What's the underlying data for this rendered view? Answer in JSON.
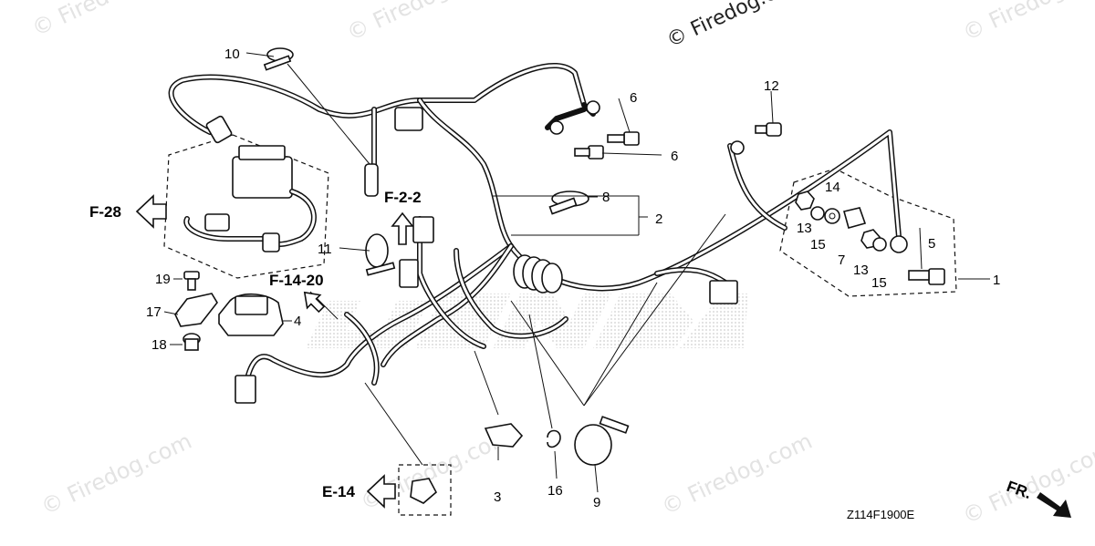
{
  "watermarks": {
    "top_center": "© Firedog.c",
    "faint": "© Firedog.com"
  },
  "callouts": {
    "c1": "1",
    "c2": "2",
    "c3": "3",
    "c4": "4",
    "c5": "5",
    "c6a": "6",
    "c6b": "6",
    "c7": "7",
    "c8": "8",
    "c9": "9",
    "c10": "10",
    "c11": "11",
    "c12": "12",
    "c13a": "13",
    "c13b": "13",
    "c14": "14",
    "c15a": "15",
    "c15b": "15",
    "c16": "16",
    "c17": "17",
    "c18": "18",
    "c19": "19"
  },
  "references": {
    "f28": "F-28",
    "f22": "F-2-2",
    "f1420": "F-14-20",
    "e14": "E-14"
  },
  "diagram_code": "Z114F1900E",
  "front_indicator": "FR."
}
